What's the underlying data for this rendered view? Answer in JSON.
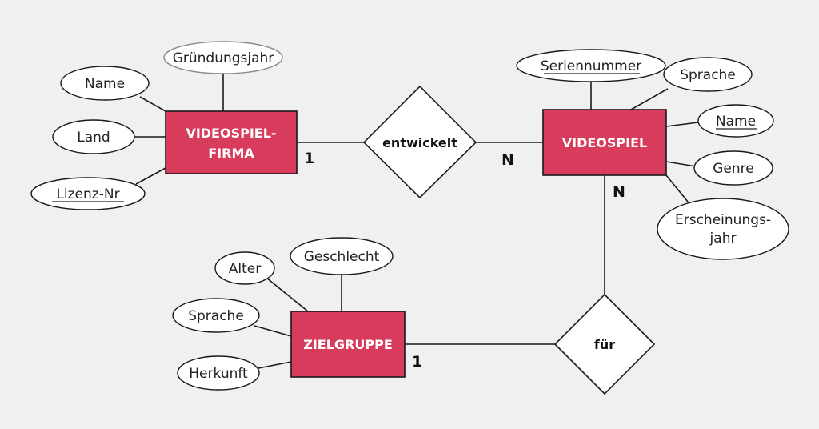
{
  "entities": {
    "videospielfirma": {
      "line1": "VIDEOSPIEL-",
      "line2": "FIRMA",
      "color": "#d83c5c"
    },
    "videospiel": {
      "label": "VIDEOSPIEL",
      "color": "#d83c5c"
    },
    "zielgruppe": {
      "label": "ZIELGRUPPE",
      "color": "#d83c5c"
    }
  },
  "relationships": {
    "entwickelt": {
      "label": "entwickelt"
    },
    "fuer": {
      "label": "für"
    }
  },
  "attributes": {
    "firma_gruendungsjahr": "Gründungsjahr",
    "firma_name": "Name",
    "firma_land": "Land",
    "firma_lizenz": "Lizenz-Nr",
    "spiel_seriennummer": "Seriennummer",
    "spiel_sprache": "Sprache",
    "spiel_name": "Name",
    "spiel_genre": "Genre",
    "spiel_erscheinung_line1": "Erscheinungs-",
    "spiel_erscheinung_line2": "jahr",
    "ziel_alter": "Alter",
    "ziel_geschlecht": "Geschlecht",
    "ziel_sprache": "Sprache",
    "ziel_herkunft": "Herkunft"
  },
  "cardinalities": {
    "firma_entwickelt": "1",
    "spiel_entwickelt": "N",
    "spiel_fuer": "N",
    "ziel_fuer": "1"
  }
}
